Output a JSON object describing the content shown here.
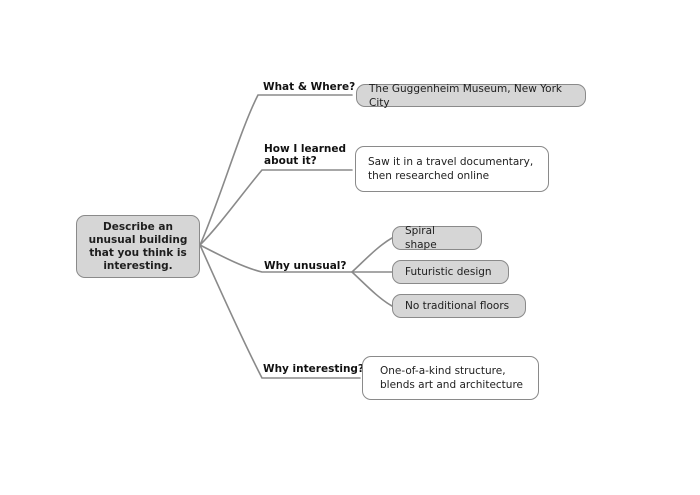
{
  "central_topic": "Describe an unusual building that you think is interesting.",
  "branches": [
    {
      "label": "What & Where?",
      "items": [
        "The Guggenheim Museum, New York City"
      ]
    },
    {
      "label": "How I learned\nabout it?",
      "items": [
        "Saw it in a travel documentary,\nthen researched online"
      ]
    },
    {
      "label": "Why unusual?",
      "items": [
        "Spiral shape",
        "Futuristic design",
        "No traditional floors"
      ]
    },
    {
      "label": "Why interesting?",
      "items": [
        "One-of-a-kind structure,\nblends art and architecture"
      ]
    }
  ],
  "colors": {
    "line": "#8a8a8a",
    "filled_node": "#d6d6d6",
    "plain_node": "#ffffff"
  }
}
